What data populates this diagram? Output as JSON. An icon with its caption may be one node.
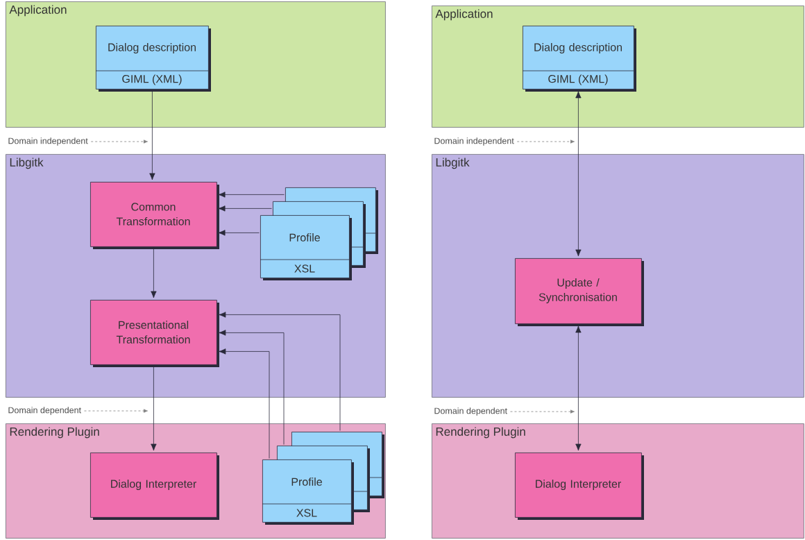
{
  "diagram": {
    "nodes": [
      {
        "text": [
          "Application"
        ]
      },
      {
        "text": [
          "Dialog description",
          "GIML (XML)"
        ],
        "in": 0
      },
      {
        "text": [
          "Application"
        ]
      },
      {
        "text": [
          "Dialog description",
          "GIML (XML)"
        ],
        "in": 2
      },
      {
        "text": [
          "Libgitk"
        ]
      },
      {
        "text": [
          "Common Transformation"
        ],
        "in": 4
      },
      {
        "text": [],
        "shape": "box",
        "in": 4
      },
      {
        "text": [],
        "shape": "box",
        "in": 4
      },
      {
        "text": [
          "Profile",
          "XSL"
        ],
        "in": 4
      },
      {
        "text": [
          "Presentational Transformation"
        ],
        "in": 4
      },
      {
        "text": [
          "Libgitk"
        ]
      },
      {
        "text": [
          "Update / Synchronisation"
        ],
        "in": 10
      },
      {
        "text": [
          "Rendering Plugin"
        ]
      },
      {
        "text": [
          "Dialog Interpreter"
        ],
        "in": 12
      },
      {
        "text": [],
        "shape": "box",
        "in": 12
      },
      {
        "text": [],
        "shape": "box",
        "in": 12
      },
      {
        "text": [
          "Profile",
          "XSL"
        ],
        "in": 12
      },
      {
        "text": [
          "Rendering Plugin"
        ]
      },
      {
        "text": [
          "Dialog Interpreter"
        ],
        "in": 17
      }
    ],
    "edges": [
      {
        "from": 1,
        "to": 5,
        "arrow": "to"
      },
      {
        "from": 5,
        "to": 9,
        "arrow": "to"
      },
      {
        "from": 9,
        "to": 13,
        "arrow": "to"
      },
      {
        "from": 6,
        "to": 5,
        "arrow": "to"
      },
      {
        "from": 7,
        "to": 5,
        "arrow": "to"
      },
      {
        "from": 8,
        "to": 5,
        "arrow": "to"
      },
      {
        "from": 16,
        "to": 9,
        "arrow": "to"
      },
      {
        "from": 15,
        "to": 9,
        "arrow": "to"
      },
      {
        "from": 14,
        "to": 9,
        "arrow": "to"
      },
      {
        "from": 11,
        "to": 3,
        "arrow": "both"
      },
      {
        "from": 11,
        "to": 18,
        "arrow": "both"
      }
    ],
    "labels": [
      "Domain independent",
      "Domain independent",
      "Domain dependent",
      "Domain dependent"
    ]
  }
}
